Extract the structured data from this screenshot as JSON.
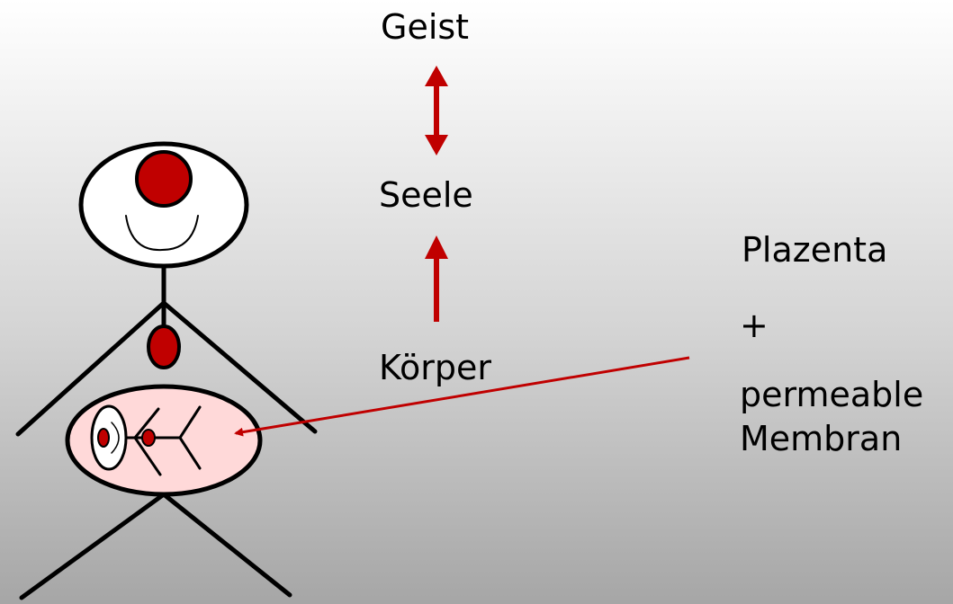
{
  "labels": {
    "geist": "Geist",
    "seele": "Seele",
    "koerper": "Körper",
    "plazenta": "Plazenta",
    "plus": "+",
    "permeable": "permeable",
    "membran": "Membran"
  },
  "colors": {
    "arrow": "#c00000",
    "dark_red": "#c00000",
    "womb_fill": "#ffd9d9",
    "stroke": "#000000"
  }
}
